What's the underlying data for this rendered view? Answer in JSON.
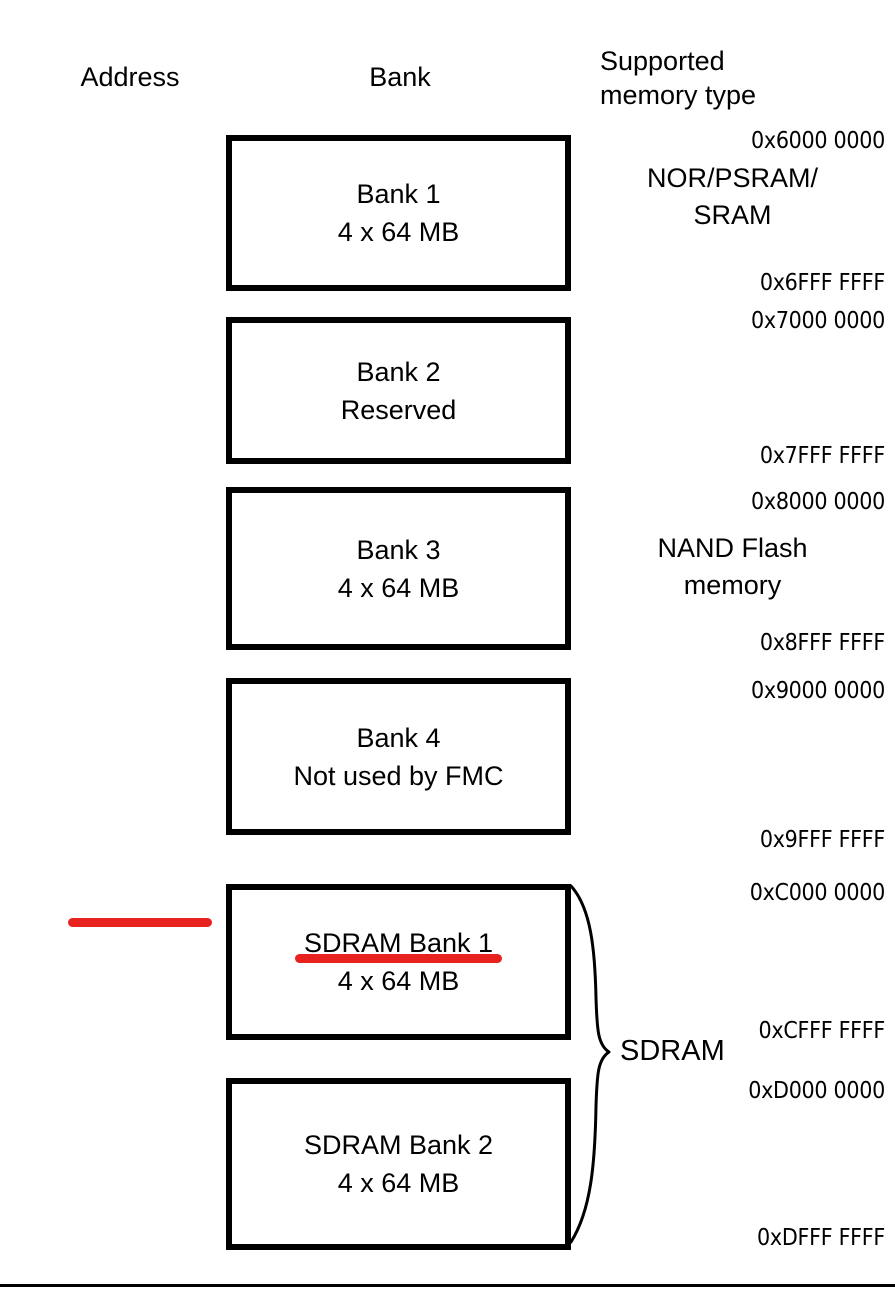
{
  "headers": {
    "address": "Address",
    "bank": "Bank",
    "memory_type": "Supported\nmemory type"
  },
  "colors": {
    "highlight_red": "#e8231f",
    "box_border": "#000000",
    "text": "#000000",
    "background": "#ffffff"
  },
  "banks": [
    {
      "id": "bank-1",
      "start_address": "0x6000 0000",
      "end_address": "0x6FFF FFFF",
      "title": "Bank 1",
      "subtitle": "4 x 64 MB",
      "highlighted": false
    },
    {
      "id": "bank-2",
      "start_address": "0x7000 0000",
      "end_address": "0x7FFF FFFF",
      "title": "Bank 2",
      "subtitle": "Reserved",
      "highlighted": false
    },
    {
      "id": "bank-3",
      "start_address": "0x8000 0000",
      "end_address": "0x8FFF FFFF",
      "title": "Bank 3",
      "subtitle": "4 x 64 MB",
      "highlighted": false
    },
    {
      "id": "bank-4",
      "start_address": "0x9000 0000",
      "end_address": "0x9FFF FFFF",
      "title": "Bank 4",
      "subtitle": "Not used by FMC",
      "highlighted": false
    },
    {
      "id": "sdram-bank-1",
      "start_address": "0xC000 0000",
      "end_address": "0xCFFF FFFF",
      "title": "SDRAM Bank 1",
      "subtitle": "4 x 64 MB",
      "highlighted": true
    },
    {
      "id": "sdram-bank-2",
      "start_address": "0xD000 0000",
      "end_address": "0xDFFF FFFF",
      "title": "SDRAM Bank 2",
      "subtitle": "4 x 64 MB",
      "highlighted": false
    }
  ],
  "memory_types": [
    {
      "id": "mem-type-nor",
      "label": "NOR/PSRAM/\nSRAM"
    },
    {
      "id": "mem-type-nand",
      "label": "NAND Flash\nmemory"
    },
    {
      "id": "mem-type-sdram",
      "label": "SDRAM"
    }
  ]
}
